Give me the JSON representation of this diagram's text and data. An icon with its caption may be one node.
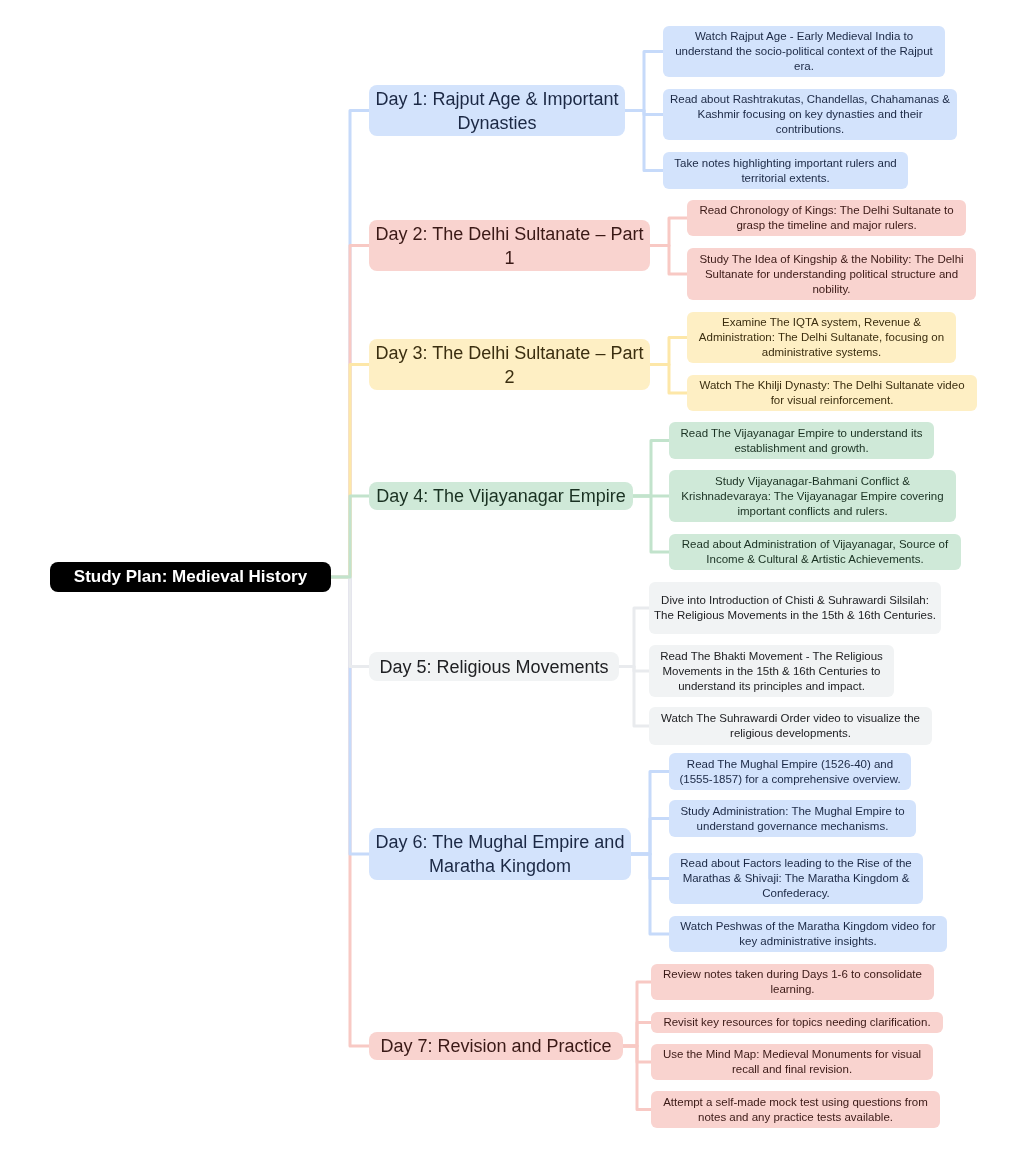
{
  "diagram": {
    "nodes": [
      {
        "text": [
          "Study Plan: Medieval History"
        ]
      },
      {
        "text": [
          "Day 1: Rajput Age & Important Dynasties"
        ]
      },
      {
        "text": [
          "Watch Rajput Age - Early Medieval India to understand the socio-political context of the Rajput era."
        ]
      },
      {
        "text": [
          "Read about Rashtrakutas, Chandellas, Chahamanas & Kashmir focusing on key dynasties and their contributions."
        ]
      },
      {
        "text": [
          "Take notes highlighting important rulers and territorial extents."
        ]
      },
      {
        "text": [
          "Day 2: The Delhi Sultanate – Part 1"
        ]
      },
      {
        "text": [
          "Read Chronology of Kings: The Delhi Sultanate to grasp the timeline and major rulers."
        ]
      },
      {
        "text": [
          "Study The Idea of Kingship & the Nobility: The Delhi Sultanate for understanding political structure and nobility."
        ]
      },
      {
        "text": [
          "Day 3: The Delhi Sultanate – Part 2"
        ]
      },
      {
        "text": [
          "Examine The IQTA system, Revenue & Administration: The Delhi Sultanate, focusing on administrative systems."
        ]
      },
      {
        "text": [
          "Watch The Khilji Dynasty: The Delhi Sultanate video for visual reinforcement."
        ]
      },
      {
        "text": [
          "Day 4: The Vijayanagar Empire"
        ]
      },
      {
        "text": [
          "Read The Vijayanagar Empire to understand its establishment and growth."
        ]
      },
      {
        "text": [
          "Study Vijayanagar-Bahmani Conflict & Krishnadevaraya: The Vijayanagar Empire covering important conflicts and rulers."
        ]
      },
      {
        "text": [
          "Read about Administration of Vijayanagar, Source of Income & Cultural & Artistic Achievements."
        ]
      },
      {
        "text": [
          "Day 5: Religious Movements"
        ]
      },
      {
        "text": [
          "Dive into Introduction of Chisti & Suhrawardi Silsilah: The Religious Movements in the 15th & 16th Centuries."
        ]
      },
      {
        "text": [
          "Read The Bhakti Movement - The Religious Movements in the 15th & 16th Centuries to understand its principles and impact."
        ]
      },
      {
        "text": [
          "Watch The Suhrawardi Order video to visualize the religious developments."
        ]
      },
      {
        "text": [
          "Day 6: The Mughal Empire and Maratha Kingdom"
        ]
      },
      {
        "text": [
          "Read The Mughal Empire (1526-40) and (1555-1857) for a comprehensive overview."
        ]
      },
      {
        "text": [
          "Study Administration: The Mughal Empire to understand governance mechanisms."
        ]
      },
      {
        "text": [
          "Read about Factors leading to the Rise of the Marathas & Shivaji: The Maratha Kingdom & Confederacy."
        ]
      },
      {
        "text": [
          "Watch Peshwas of the Maratha Kingdom video for key administrative insights."
        ]
      },
      {
        "text": [
          "Day 7: Revision and Practice"
        ]
      },
      {
        "text": [
          "Review notes taken during Days 1-6 to consolidate learning."
        ]
      },
      {
        "text": [
          "Revisit key resources for topics needing clarification."
        ]
      },
      {
        "text": [
          "Use the Mind Map: Medieval Monuments for visual recall and final revision."
        ]
      },
      {
        "text": [
          "Attempt a self-made mock test using questions from notes and any practice tests available."
        ]
      }
    ],
    "edges": [
      {
        "from": 0,
        "to": 1,
        "arrow": "none"
      },
      {
        "from": 1,
        "to": 2,
        "arrow": "none"
      },
      {
        "from": 1,
        "to": 3,
        "arrow": "none"
      },
      {
        "from": 1,
        "to": 4,
        "arrow": "none"
      },
      {
        "from": 0,
        "to": 5,
        "arrow": "none",
        "color": "#f8c9c4"
      },
      {
        "from": 5,
        "to": 6,
        "arrow": "none",
        "color": "#f8c9c4"
      },
      {
        "from": 5,
        "to": 7,
        "arrow": "none",
        "color": "#f8c9c4"
      },
      {
        "from": 0,
        "to": 8,
        "arrow": "none",
        "color": "#fde7a8"
      },
      {
        "from": 8,
        "to": 9,
        "arrow": "none",
        "color": "#fde7a8"
      },
      {
        "from": 8,
        "to": 10,
        "arrow": "none",
        "color": "#fde7a8"
      },
      {
        "from": 0,
        "to": 11,
        "arrow": "none",
        "color": "#c2e3cc"
      },
      {
        "from": 11,
        "to": 12,
        "arrow": "none",
        "color": "#c2e3cc"
      },
      {
        "from": 11,
        "to": 13,
        "arrow": "none",
        "color": "#c2e3cc"
      },
      {
        "from": 11,
        "to": 14,
        "arrow": "none",
        "color": "#c2e3cc"
      },
      {
        "from": 0,
        "to": 15,
        "arrow": "none",
        "color": "#e9ebee"
      },
      {
        "from": 15,
        "to": 16,
        "arrow": "none",
        "color": "#e9ebee"
      },
      {
        "from": 15,
        "to": 17,
        "arrow": "none",
        "color": "#e9ebee"
      },
      {
        "from": 15,
        "to": 18,
        "arrow": "none",
        "color": "#e9ebee"
      },
      {
        "from": 0,
        "to": 19,
        "arrow": "none"
      },
      {
        "from": 19,
        "to": 20,
        "arrow": "none"
      },
      {
        "from": 19,
        "to": 21,
        "arrow": "none"
      },
      {
        "from": 19,
        "to": 22,
        "arrow": "none"
      },
      {
        "from": 19,
        "to": 23,
        "arrow": "none"
      },
      {
        "from": 0,
        "to": 24,
        "arrow": "none",
        "color": "#f8c9c4"
      },
      {
        "from": 24,
        "to": 25,
        "arrow": "none",
        "color": "#f8c9c4"
      },
      {
        "from": 24,
        "to": 26,
        "arrow": "none",
        "color": "#f8c9c4"
      },
      {
        "from": 24,
        "to": 27,
        "arrow": "none",
        "color": "#f8c9c4"
      },
      {
        "from": 24,
        "to": 28,
        "arrow": "none",
        "color": "#f8c9c4"
      }
    ]
  }
}
